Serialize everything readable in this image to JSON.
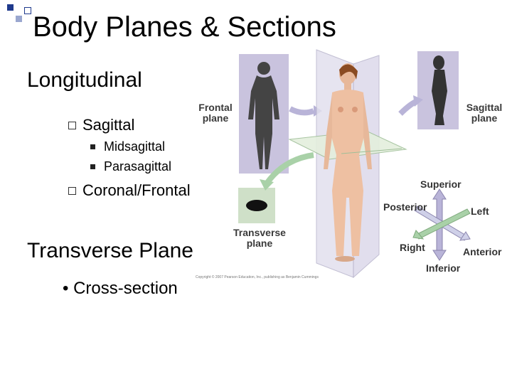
{
  "slide": {
    "title": "Body Planes & Sections",
    "items": {
      "longitudinal": "Longitudinal",
      "sagittal": "Sagittal",
      "midsagittal": "Midsagittal",
      "parasagittal": "Parasagittal",
      "coronal": "Coronal/Frontal",
      "transverse": "Transverse Plane",
      "cross_section": "• Cross-section"
    }
  },
  "figure": {
    "frontal_label": "Frontal\nplane",
    "sagittal_label": "Sagittal\nplane",
    "transverse_label": "Transverse\nplane",
    "directions": {
      "superior": "Superior",
      "inferior": "Inferior",
      "posterior": "Posterior",
      "anterior": "Anterior",
      "left": "Left",
      "right": "Right"
    },
    "copyright": "Copyright © 2007 Pearson Education, Inc., publishing as Benjamin Cummings"
  },
  "colors": {
    "accent_blue": "#1f3a8c",
    "panel_lavender": "#c9c3de",
    "panel_green": "#cfe0c8",
    "arrow_purple": "#b9b4d8",
    "arrow_green": "#a9d1a8"
  }
}
